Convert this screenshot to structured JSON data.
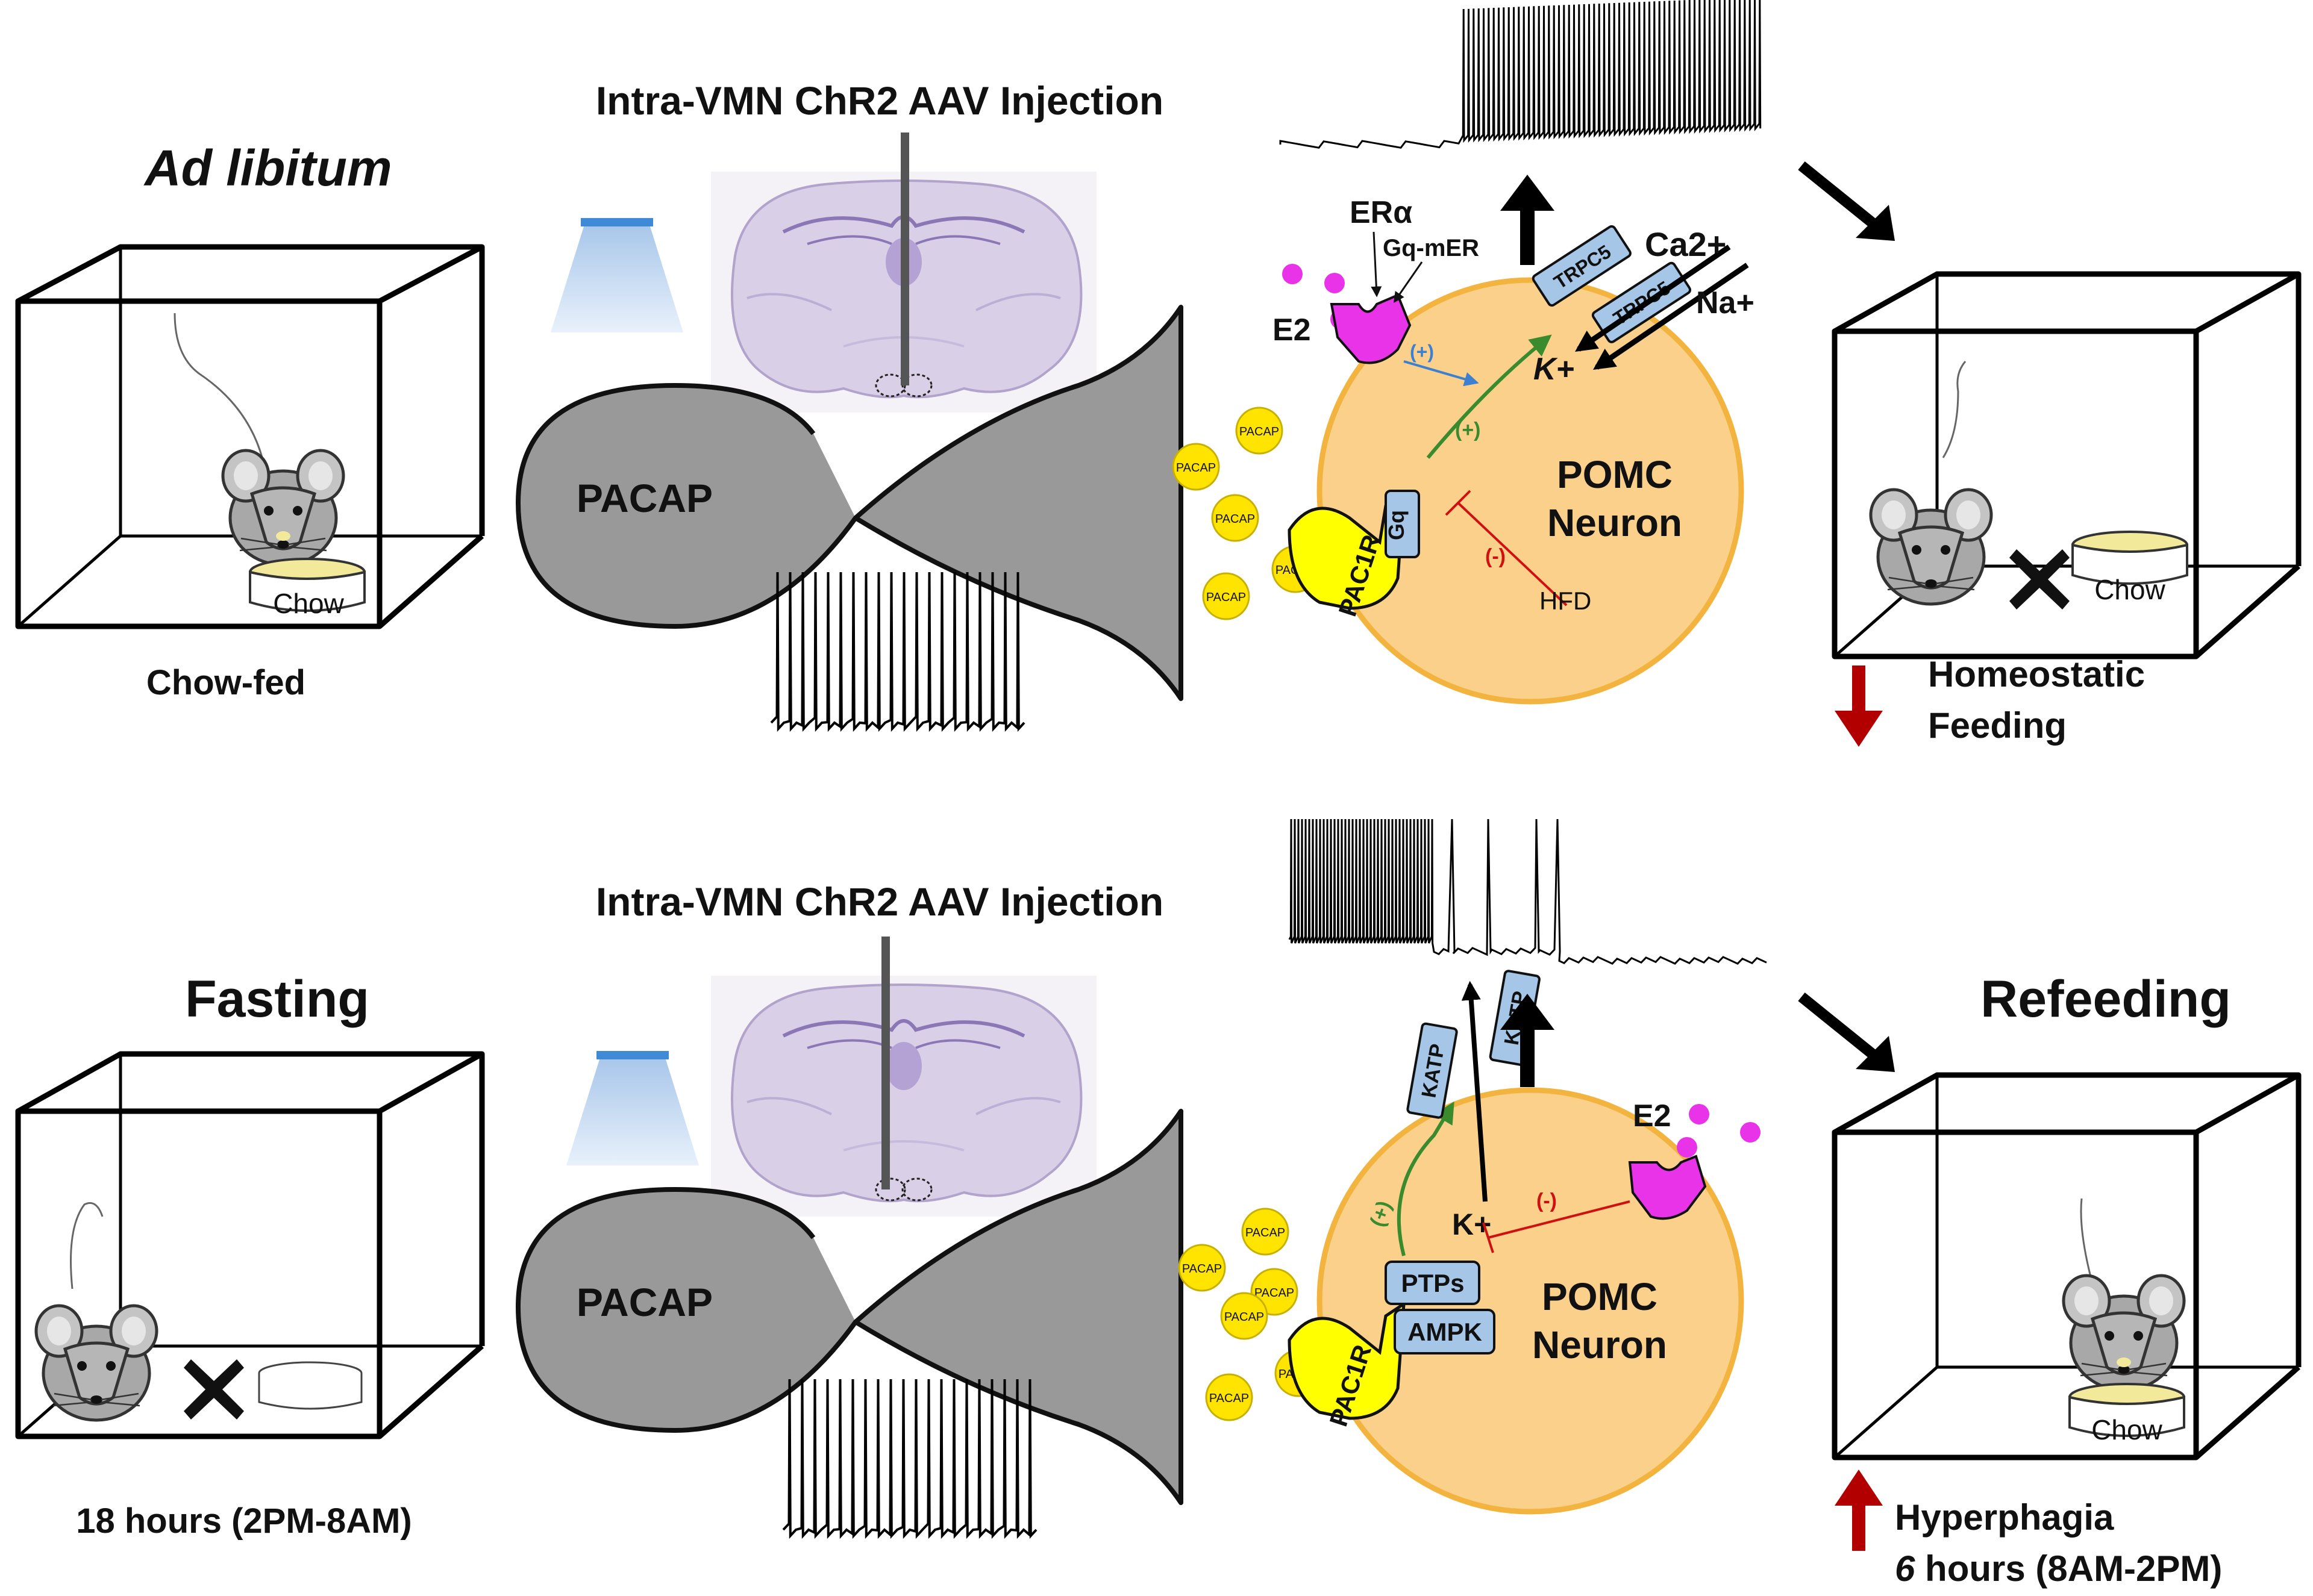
{
  "colors": {
    "neuron_fill": "#fad08a",
    "neuron_stroke": "#f2b43f",
    "receptor_fill": "#ffff00",
    "protein_fill": "#a6c6e8",
    "estradiol_fill": "#e833e8",
    "pacap_body": "#999999",
    "vesicle_fill": "#ffe400",
    "inhibit_red": "#d01010",
    "excite_green": "#3a8a2e",
    "excite_blue": "#3d7fd0",
    "down_arrow_red": "#b20000",
    "up_arrow_red": "#b20000",
    "light_blue": "#5b9ad8",
    "brain_purple": "#9f8cc4"
  },
  "top": {
    "condition_title": "Ad libitum",
    "injection_label": "Intra-VMN ChR2 AAV Injection",
    "pacap_label": "PACAP",
    "vesicle_label": "PACAP",
    "receptor_label": "PAC1R",
    "gq_label": "Gq",
    "era_label": "ERα",
    "gqmer_label": "Gq-mER",
    "e2_label": "E2",
    "trpc5_label": "TRPC5",
    "ca_label": "Ca2+",
    "na_label": "Na+",
    "k_label": "K+",
    "plus_blue": "(+)",
    "plus_green": "(+)",
    "minus_red": "(-)",
    "hfd_label": "HFD",
    "neuron_label_1": "POMC",
    "neuron_label_2": "Neuron",
    "chow_left": "Chow",
    "chow_right": "Chow",
    "left_caption": "Chow-fed",
    "outcome_1": "Homeostatic",
    "outcome_2": "Feeding"
  },
  "bottom": {
    "condition_title": "Fasting",
    "right_title": "Refeeding",
    "injection_label": "Intra-VMN ChR2 AAV Injection",
    "pacap_label": "PACAP",
    "vesicle_label": "PACAP",
    "receptor_label": "PAC1R",
    "ptps_label": "PTPs",
    "ampk_label": "AMPK",
    "katp_label": "KATP",
    "k_label": "K+",
    "plus_green": "(+)",
    "minus_red": "(-)",
    "e2_label": "E2",
    "neuron_label_1": "POMC",
    "neuron_label_2": "Neuron",
    "chow_right": "Chow",
    "left_caption": "18 hours (2PM-8AM)",
    "outcome_1": "Hyperphagia",
    "outcome_2_italic": "6",
    "outcome_2_rest": " hours (8AM-2PM)"
  }
}
